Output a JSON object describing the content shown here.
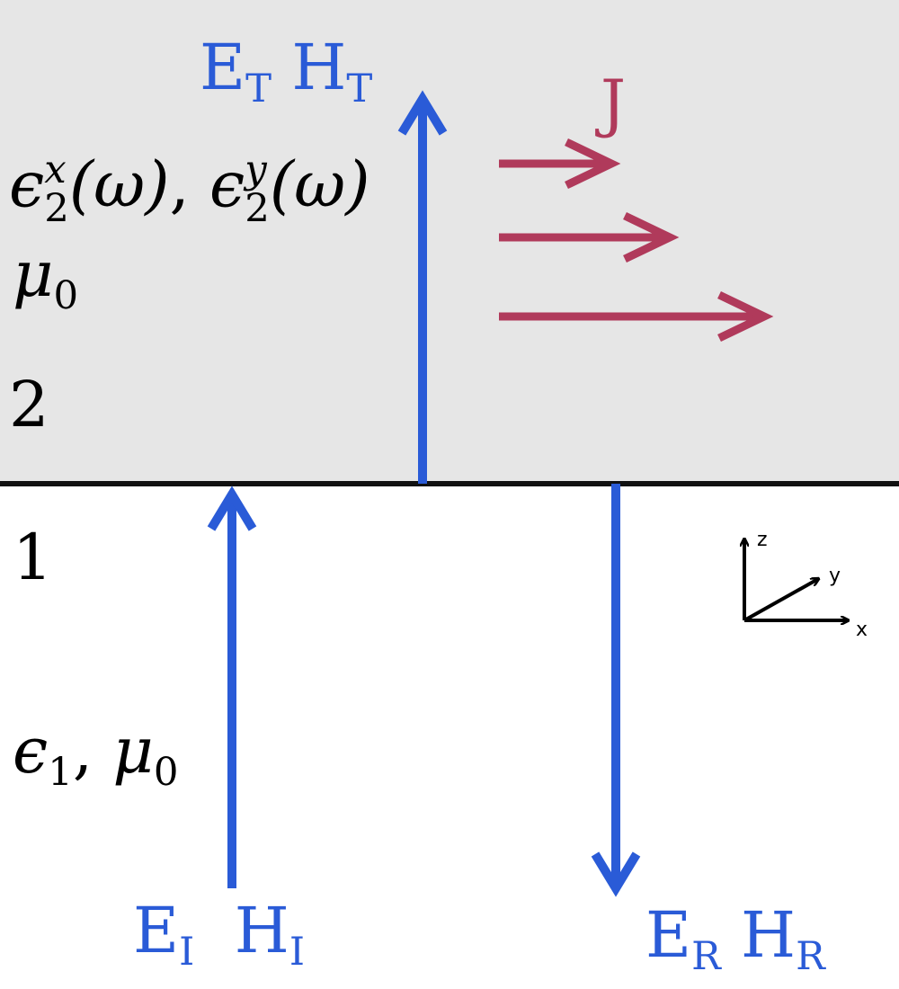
{
  "colors": {
    "region2_fill": "#e6e6e6",
    "region1_fill": "#ffffff",
    "interface": "#111111",
    "wave_arrows": "#2a5bd7",
    "current_arrows": "#b03a5b",
    "axes": "#000000"
  },
  "region2": {
    "eps_symbol": "ϵ",
    "eps_x_sup": "x",
    "eps_y_sup": "y",
    "eps_sub": "2",
    "omega_arg": "(ω)",
    "separator": ", ",
    "mu_symbol": "μ",
    "mu_sub": "0",
    "number": "2"
  },
  "region1": {
    "number": "1",
    "eps_symbol": "ϵ",
    "eps_sub": "1",
    "separator": ", ",
    "mu_symbol": "μ",
    "mu_sub": "0"
  },
  "transmitted": {
    "E": "E",
    "E_sub": "T",
    "H": "H",
    "H_sub": "T"
  },
  "incident": {
    "E": "E",
    "E_sub": "I",
    "H": "H",
    "H_sub": "I"
  },
  "reflected": {
    "E": "E",
    "E_sub": "R",
    "H": "H",
    "H_sub": "R"
  },
  "current": {
    "label": "J"
  },
  "axes_labels": {
    "z": "z",
    "y": "y",
    "x": "x"
  }
}
